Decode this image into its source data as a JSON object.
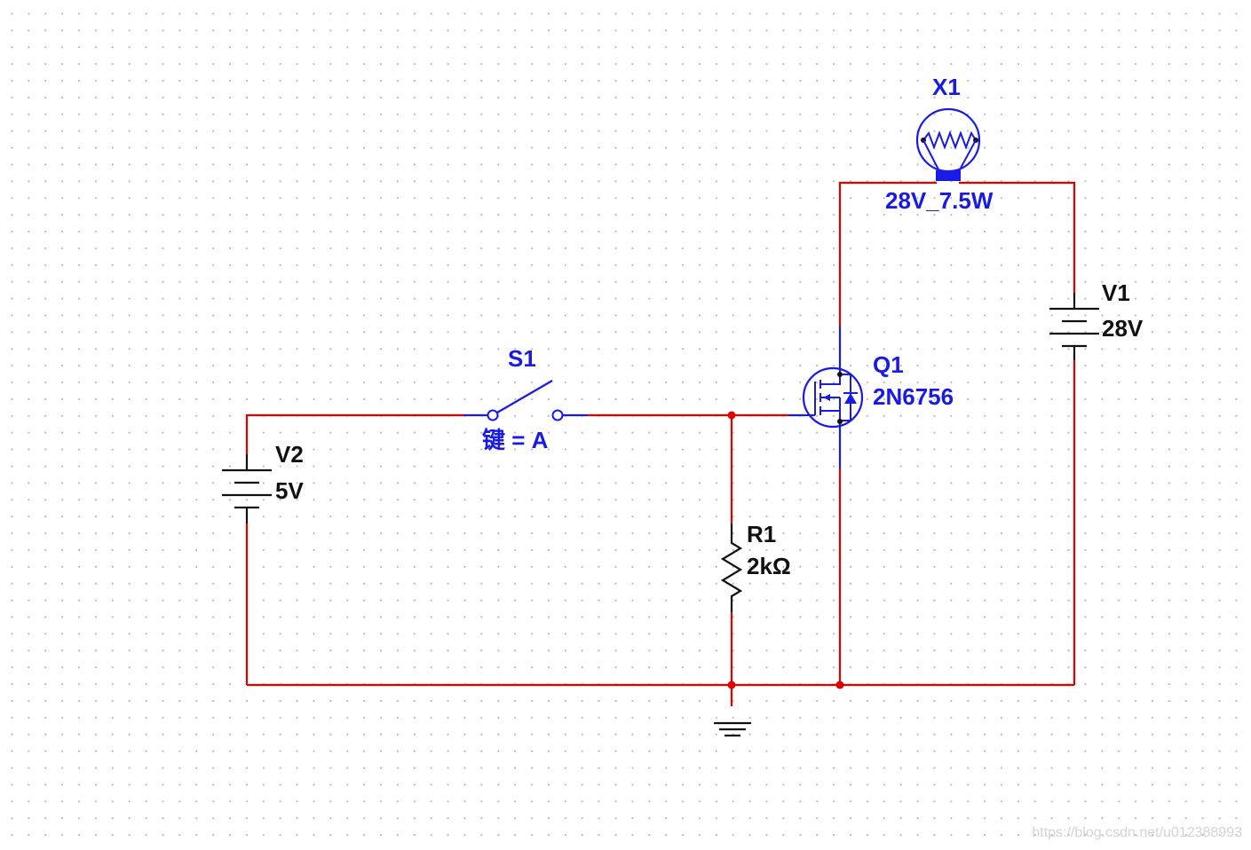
{
  "colors": {
    "wire": "#e00000",
    "component": "#1a1ae6",
    "part": "#111111",
    "junction": "#e00000"
  },
  "components": {
    "lamp": {
      "ref": "X1",
      "value": "28V_7.5W",
      "icon": "lamp-icon"
    },
    "battery_v1": {
      "ref": "V1",
      "value": "28V",
      "icon": "battery-icon"
    },
    "mosfet": {
      "ref": "Q1",
      "value": "2N6756",
      "icon": "mosfet-icon"
    },
    "switch": {
      "ref": "S1",
      "key_label": "键 = A",
      "icon": "switch-icon"
    },
    "battery_v2": {
      "ref": "V2",
      "value": "5V",
      "icon": "battery-icon"
    },
    "resistor": {
      "ref": "R1",
      "value": "2kΩ",
      "icon": "resistor-icon"
    },
    "ground": {
      "icon": "ground-icon"
    }
  },
  "watermark": "https://blog.csdn.net/u012388993"
}
